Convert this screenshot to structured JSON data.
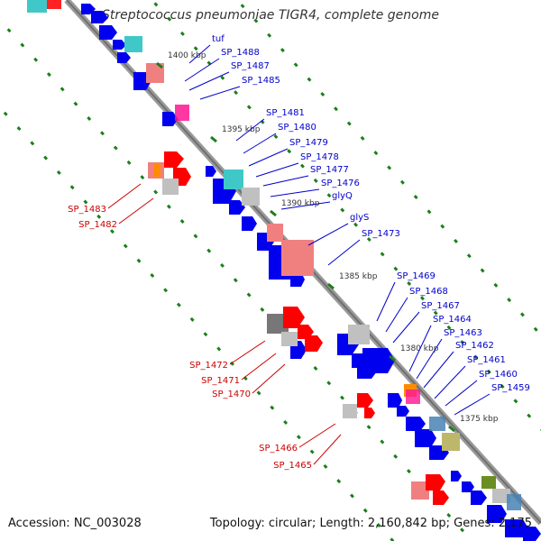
{
  "title": "Streptococcus pneumoniae TIGR4, complete genome",
  "accession_text": "Accession: NC_003028",
  "topology_text": "Topology: circular; Length: 2,160,842 bp; Genes: 2,175",
  "colors": {
    "backbone": "#888888",
    "cds_forward": "#0000ee",
    "cds_reverse": "#ff0000",
    "label_forward": "#0000cc",
    "label_reverse": "#cc0000",
    "gc_tick": "#1a7f1a",
    "text": "#333333"
  },
  "scale_ticks": [
    "1400 kbp",
    "1395 kbp",
    "1390 kbp",
    "1385 kbp",
    "1380 kbp",
    "1375 kbp"
  ],
  "forward_labels": [
    "tuf",
    "SP_1488",
    "SP_1487",
    "SP_1485",
    "SP_1481",
    "SP_1480",
    "SP_1479",
    "SP_1478",
    "SP_1477",
    "SP_1476",
    "glyQ",
    "glyS",
    "SP_1473",
    "SP_1469",
    "SP_1468",
    "SP_1467",
    "SP_1464",
    "SP_1463",
    "SP_1462",
    "SP_1461",
    "SP_1460",
    "SP_1459"
  ],
  "reverse_labels": [
    "SP_1483",
    "SP_1482",
    "SP_1472",
    "SP_1471",
    "SP_1470",
    "SP_1466",
    "SP_1465"
  ]
}
